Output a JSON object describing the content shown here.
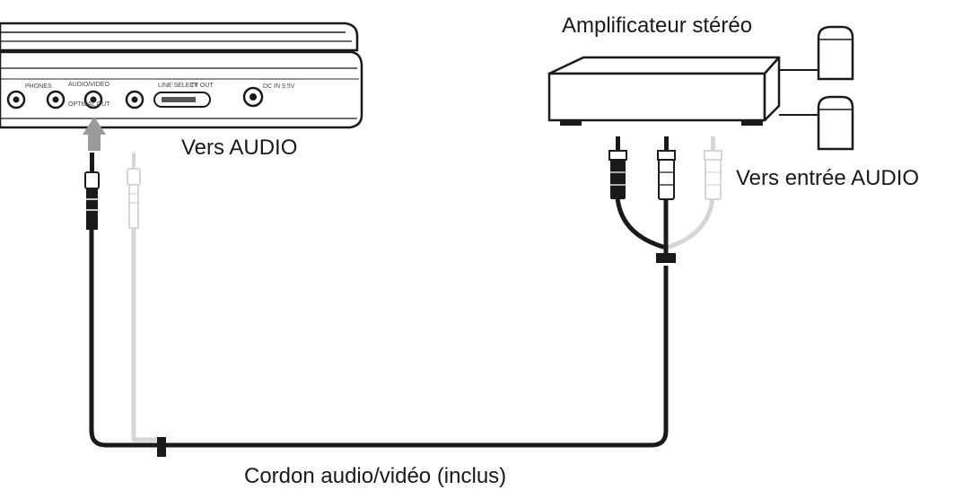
{
  "labels": {
    "amplifier": "Amplificateur stéréo",
    "to_audio": "Vers AUDIO",
    "to_audio_input": "Vers entrée AUDIO",
    "cable": "Cordon audio/vidéo (inclus)"
  },
  "player_panel": {
    "phones": "PHONES",
    "audio_video": "AUDIO/VIDEO",
    "optical_out": "OPTICAL OUT",
    "line_select": "LINE SELECT",
    "tv_out": "TV OUT",
    "dc_in": "DC IN 9.5V"
  },
  "colors": {
    "line": "#1a1a1a",
    "cable_dark": "#1a1a1a",
    "cable_light": "#d6d6d6",
    "arrow": "#9a9a9a"
  }
}
